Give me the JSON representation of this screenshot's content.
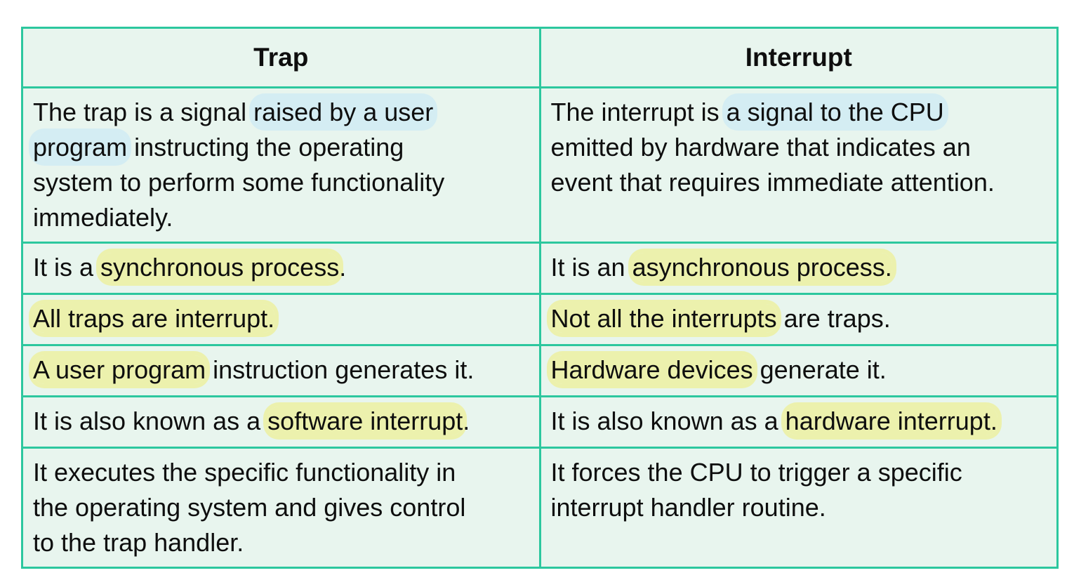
{
  "colors": {
    "page_background": "#ffffff",
    "cell_background": "#e8f5ee",
    "border": "#2cc79e",
    "text": "#0e0e0e",
    "highlight_yellow": "#ecf1ad",
    "highlight_blue": "#d4edf3"
  },
  "table": {
    "headers": [
      {
        "label": "Trap"
      },
      {
        "label": "Interrupt"
      }
    ],
    "rows": [
      {
        "trap": [
          {
            "t": "The trap is a signal "
          },
          {
            "t": "raised by a user",
            "hl": "blue"
          },
          {
            "br": true
          },
          {
            "t": "program",
            "hl": "blue"
          },
          {
            "t": " instructing the operating"
          },
          {
            "br": true
          },
          {
            "t": "system to perform some functionality"
          },
          {
            "br": true
          },
          {
            "t": "immediately."
          }
        ],
        "interrupt": [
          {
            "t": "The interrupt is "
          },
          {
            "t": "a signal to the CPU",
            "hl": "blue"
          },
          {
            "br": true
          },
          {
            "t": "emitted by hardware that indicates an"
          },
          {
            "br": true
          },
          {
            "t": "event that requires immediate attention."
          }
        ]
      },
      {
        "trap": [
          {
            "t": "It is a "
          },
          {
            "t": "synchronous process",
            "hl": "yellow"
          },
          {
            "t": "."
          }
        ],
        "interrupt": [
          {
            "t": "It is an "
          },
          {
            "t": "asynchronous process.",
            "hl": "yellow"
          }
        ]
      },
      {
        "trap": [
          {
            "t": "All traps are interrupt.",
            "hl": "yellow"
          }
        ],
        "interrupt": [
          {
            "t": "Not all the interrupts",
            "hl": "yellow"
          },
          {
            "t": " are traps."
          }
        ]
      },
      {
        "trap": [
          {
            "t": "A user program",
            "hl": "yellow"
          },
          {
            "t": " instruction generates it."
          }
        ],
        "interrupt": [
          {
            "t": "Hardware devices",
            "hl": "yellow"
          },
          {
            "t": " generate it."
          }
        ]
      },
      {
        "trap": [
          {
            "t": "It is also known as a "
          },
          {
            "t": "software interrupt",
            "hl": "yellow"
          },
          {
            "t": "."
          }
        ],
        "interrupt": [
          {
            "t": "It is also known as a "
          },
          {
            "t": "hardware interrupt.",
            "hl": "yellow"
          }
        ]
      },
      {
        "trap": [
          {
            "t": "It executes the specific functionality in"
          },
          {
            "br": true
          },
          {
            "t": "the operating system and gives control"
          },
          {
            "br": true
          },
          {
            "t": "to the trap handler."
          }
        ],
        "interrupt": [
          {
            "t": "It forces the CPU to trigger a specific"
          },
          {
            "br": true
          },
          {
            "t": "interrupt handler routine."
          }
        ]
      }
    ]
  }
}
